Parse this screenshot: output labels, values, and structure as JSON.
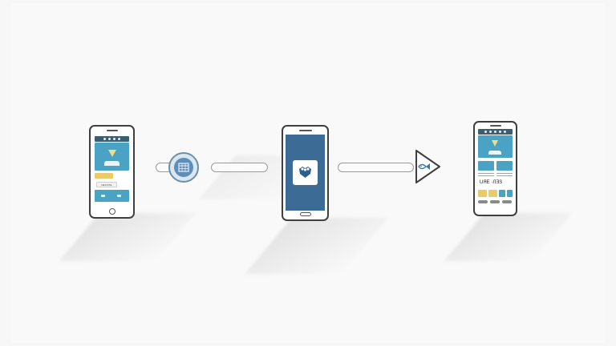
{
  "colors": {
    "background": "#f9f9f9",
    "phone_outline": "#3f3f3f",
    "screen_teal": "#4aa3c4",
    "app_bar": "#3d5d70",
    "accent_yellow": "#e9cb6a",
    "app_blue": "#3c6b96",
    "connector_gray": "#9a9a9a"
  },
  "phones": [
    {
      "role": "source",
      "button_label": "NEXXXE"
    },
    {
      "role": "center",
      "app_icon": "app-tile-icon"
    },
    {
      "role": "result",
      "row_text": "UЯE ·ЛƎS"
    }
  ],
  "connectors": [
    {
      "type": "circle-icon",
      "icon": "calendar-grid-icon"
    },
    {
      "type": "pill"
    },
    {
      "type": "pill"
    },
    {
      "type": "arrow-triangle",
      "icon": "fish-icon"
    }
  ]
}
